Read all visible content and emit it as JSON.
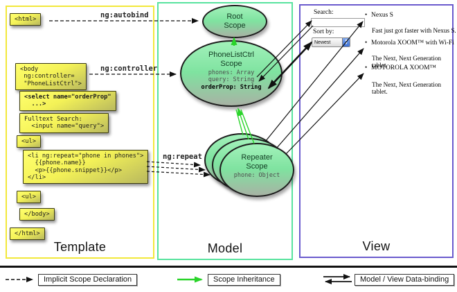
{
  "template_panel": {
    "label": "Template",
    "boxes": {
      "html_open": "<html>",
      "body_open": "<body\n ng:controller=\n \"PhoneListCtrl\">",
      "select": "<select name=\"orderProp\"\n  ...>",
      "fulltext": "Fulltext Search:\n  <input name=\"query\">",
      "ul_open": "<ul>",
      "li_repeat": "<li ng:repeat=\"phone in phones\">\n  {{phone.name}}\n  <p>{{phone.snippet}}</p>\n</li>",
      "ul_close": "<ul>",
      "body_close": "</body>",
      "html_close": "</html>"
    }
  },
  "model_panel": {
    "label": "Model",
    "root_scope_title": "Root\nScope",
    "phonelist_title": "PhoneListCtrl\nScope",
    "phonelist_props": [
      "phones: Array",
      "query: String",
      "orderProp: String"
    ],
    "repeater_title": "Repeater\nScope",
    "repeater_prop": "phone: Object"
  },
  "view_panel": {
    "label": "View",
    "search_label": "Search:",
    "search_value": "",
    "sort_label": "Sort by:",
    "sort_value": "Newest",
    "bullet": "•",
    "items": [
      {
        "title": "Nexus S",
        "desc": "Fast just got faster with Nexus S."
      },
      {
        "title": "Motorola XOOM™ with Wi-Fi",
        "desc": "The Next, Next Generation tablet."
      },
      {
        "title": "MOTOROLA XOOM™",
        "desc": "The Next, Next Generation tablet."
      }
    ]
  },
  "annotations": {
    "autobind": "ng:autobind",
    "controller": "ng:controller",
    "repeat": "ng:repeat"
  },
  "legend": {
    "implicit": "Implicit Scope Declaration",
    "inheritance": "Scope Inheritance",
    "binding": "Model / View Data-binding"
  },
  "colors": {
    "template_border": "#f2e83a",
    "model_border": "#58e39e",
    "view_border": "#6a5acd",
    "scope_fill_top": "#a2f1ba",
    "scope_fill_bottom": "#a8b2a4",
    "code_fill_top": "#ffff6e",
    "code_fill_bottom": "#b9b95e",
    "green_arrow": "#2ad42a"
  }
}
